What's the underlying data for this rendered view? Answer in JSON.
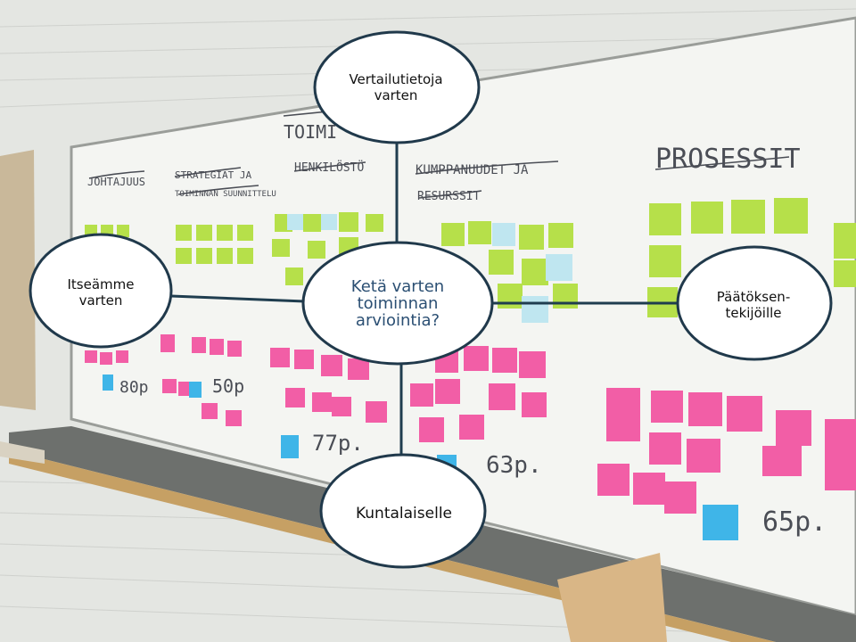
{
  "diagram": {
    "center": {
      "line1": "Ketä varten",
      "line2": "toiminnan",
      "line3": "arviointia?"
    },
    "top": {
      "line1": "Vertailutietoja",
      "line2": "varten"
    },
    "left": {
      "line1": "Itseämme",
      "line2": "varten"
    },
    "right": {
      "line1": "Päätöksen-",
      "line2": "tekijöille"
    },
    "bottom": {
      "line1": "Kuntalaiselle"
    }
  },
  "whiteboard": {
    "headings": [
      "JOHTAJUUS",
      "STRATEGIAT JA TOIMINNAN SUUNNITTELU",
      "HENKILÖSTÖ",
      "KUMPPANUUDET JA RESURSSIT",
      "PROSESSIT",
      "TOIMI"
    ],
    "scores": [
      "80p",
      "50p",
      "77p.",
      "63p.",
      "65p."
    ]
  },
  "colors": {
    "node_border": "#20394b",
    "connector": "#1f3d4f",
    "center_text": "#2b4f73",
    "sticky_green": "#b6e04a",
    "sticky_pink": "#f25ea6",
    "sticky_blue": "#3fb5e8"
  }
}
